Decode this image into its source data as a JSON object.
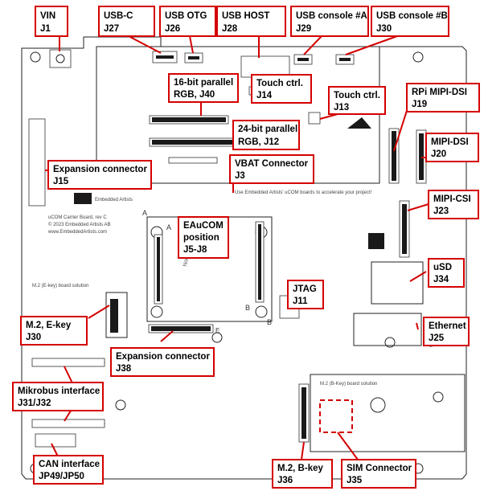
{
  "board": {
    "silk_title": "uCOM Carrier Board, rev C",
    "silk_copy": "© 2023 Embedded Artists AB",
    "silk_url": "www.EmbeddedArtists.com",
    "silk_slogan": "Use Embedded Artists' uCOM boards to accelerate your project!",
    "silk_m2e": "M.2 (E-key) board solution",
    "silk_m2b": "M.2 (B-Key) board solution",
    "silk_note": "Note orientation",
    "silk_A": "A",
    "silk_B": "B",
    "silk_E": "E",
    "silk_logo": "Embedded Artists"
  },
  "callouts": {
    "vin": [
      "VIN",
      "J1"
    ],
    "usbc": [
      "USB-C",
      "J27"
    ],
    "usbotg": [
      "USB OTG",
      "J26"
    ],
    "usbhost": [
      "USB HOST",
      "J28"
    ],
    "usbcona": [
      "USB console #A",
      "J29"
    ],
    "usbconb": [
      "USB console #B",
      "J30"
    ],
    "rgb16": [
      "16-bit parallel",
      "RGB, J40"
    ],
    "touch14": [
      "Touch ctrl.",
      "J14"
    ],
    "touch13": [
      "Touch ctrl.",
      "J13"
    ],
    "rpidsi": [
      "RPi MIPI-DSI",
      "J19"
    ],
    "rgb24": [
      "24-bit parallel",
      "RGB, J12"
    ],
    "mipidsi": [
      "MIPI-DSI",
      "J20"
    ],
    "exp15": [
      "Expansion connector",
      "J15"
    ],
    "vbat": [
      "VBAT Connector",
      "J3"
    ],
    "mipicsi": [
      "MIPI-CSI",
      "J23"
    ],
    "eaucom": [
      "EAuCOM",
      "position",
      "J5-J8"
    ],
    "usd": [
      "uSD",
      "J34"
    ],
    "jtag": [
      "JTAG",
      "J11"
    ],
    "m2e": [
      "M.2, E-key",
      "J30"
    ],
    "ethernet": [
      "Ethernet",
      "J25"
    ],
    "exp38": [
      "Expansion connector",
      "J38"
    ],
    "mikrobus": [
      "Mikrobus interface",
      "J31/J32"
    ],
    "can": [
      "CAN interface",
      "JP49/JP50"
    ],
    "m2b": [
      "M.2, B-key",
      "J36"
    ],
    "sim": [
      "SIM Connector",
      "J35"
    ]
  }
}
